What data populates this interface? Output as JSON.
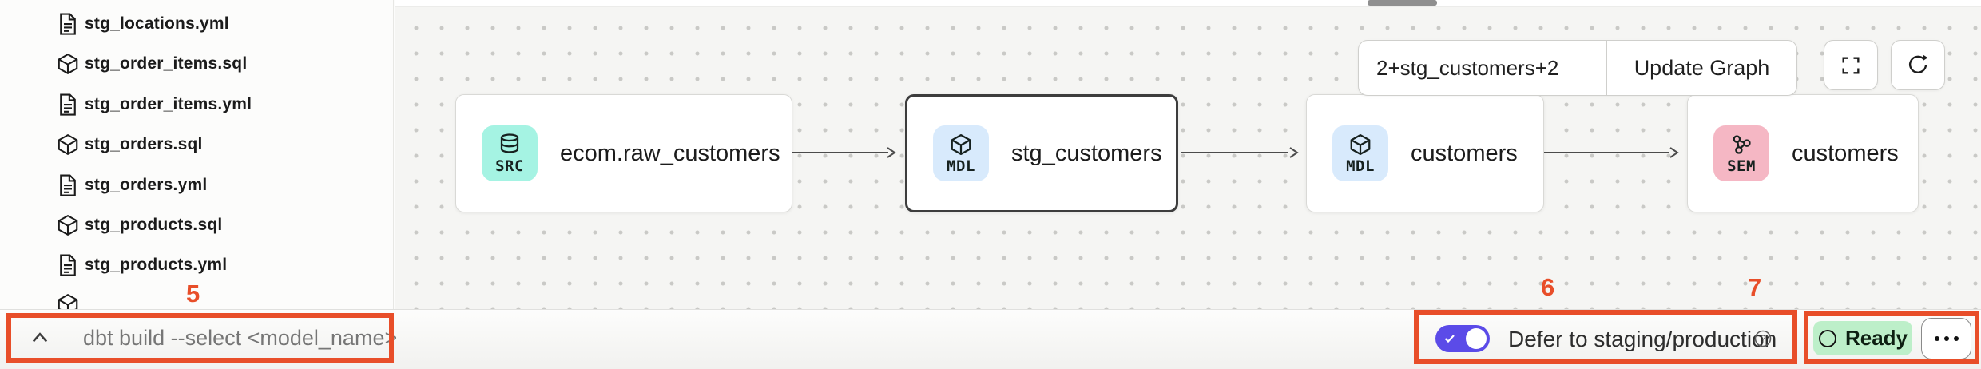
{
  "sidebar": {
    "files": [
      {
        "name": "stg_locations.yml",
        "icon": "file-doc-icon"
      },
      {
        "name": "stg_order_items.sql",
        "icon": "model-cube-icon"
      },
      {
        "name": "stg_order_items.yml",
        "icon": "file-doc-icon"
      },
      {
        "name": "stg_orders.sql",
        "icon": "model-cube-icon"
      },
      {
        "name": "stg_orders.yml",
        "icon": "file-doc-icon"
      },
      {
        "name": "stg_products.sql",
        "icon": "model-cube-icon"
      },
      {
        "name": "stg_products.yml",
        "icon": "file-doc-icon"
      }
    ]
  },
  "lineage": {
    "selector": {
      "value": "2+stg_customers+2",
      "update_label": "Update Graph"
    },
    "nodes": [
      {
        "badge": "SRC",
        "label": "ecom.raw_customers",
        "selected": false
      },
      {
        "badge": "MDL",
        "label": "stg_customers",
        "selected": true
      },
      {
        "badge": "MDL",
        "label": "customers",
        "selected": false
      },
      {
        "badge": "SEM",
        "label": "customers",
        "selected": false
      }
    ]
  },
  "command_bar": {
    "placeholder": "dbt build --select <model_name>"
  },
  "status_bar": {
    "defer_label": "Defer to staging/production",
    "status": "Ready"
  },
  "annotations": {
    "command": "5",
    "defer": "6",
    "status": "7"
  },
  "colors": {
    "annotation_red": "#e84e29",
    "accent_purple": "#5b4be8",
    "ready_green_bg": "#bdefc9",
    "badge_src": "#a5f3e3",
    "badge_mdl": "#d8eafc",
    "badge_sem": "#f5b7c4"
  }
}
